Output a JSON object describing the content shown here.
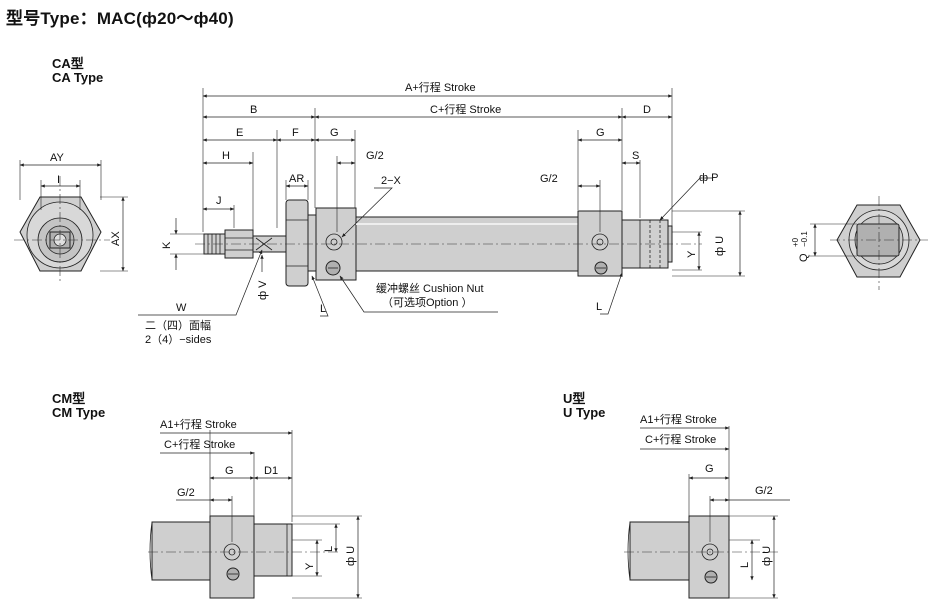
{
  "header": {
    "title": "型号Type：MAC(ф20～ф40)"
  },
  "sections": {
    "ca": {
      "cn": "CA型",
      "en": "CA Type"
    },
    "cm": {
      "cn": "CM型",
      "en": "CM Type"
    },
    "u": {
      "cn": "U型",
      "en": "U Type"
    }
  },
  "ca_dims": {
    "a_stroke": "A+行程 Stroke",
    "c_stroke": "C+行程 Stroke",
    "b": "B",
    "d": "D",
    "e": "E",
    "f": "F",
    "g": "G",
    "g_right": "G",
    "h": "H",
    "g_half": "G/2",
    "g_half_right": "G/2",
    "s": "S",
    "j": "J",
    "ar": "AR",
    "two_x": "2−X",
    "phi_p": "ф P",
    "k": "K",
    "w": "W",
    "phi_v": "ф V",
    "l_left": "L",
    "l_right": "L",
    "y": "Y",
    "phi_u": "ф U",
    "ay": "AY",
    "i": "I",
    "ax": "AX",
    "q": "Q",
    "q_tol_upper": "+0",
    "q_tol_lower": "−0.1",
    "cushion_cn": "缓冲螺丝 Cushion Nut",
    "cushion_en": "（可选项Option ）",
    "sides_cn": "二（四）面幅",
    "sides_en": "2（4）−sides"
  },
  "cm_dims": {
    "a1_stroke": "A1+行程 Stroke",
    "c_stroke": "C+行程 Stroke",
    "g": "G",
    "d1": "D1",
    "g_half": "G/2",
    "y": "Y",
    "l": "L",
    "phi_u": "ф U"
  },
  "u_dims": {
    "a1_stroke": "A1+行程 Stroke",
    "c_stroke": "C+行程 Stroke",
    "g": "G",
    "g_half": "G/2",
    "l": "L",
    "phi_u": "ф U"
  }
}
